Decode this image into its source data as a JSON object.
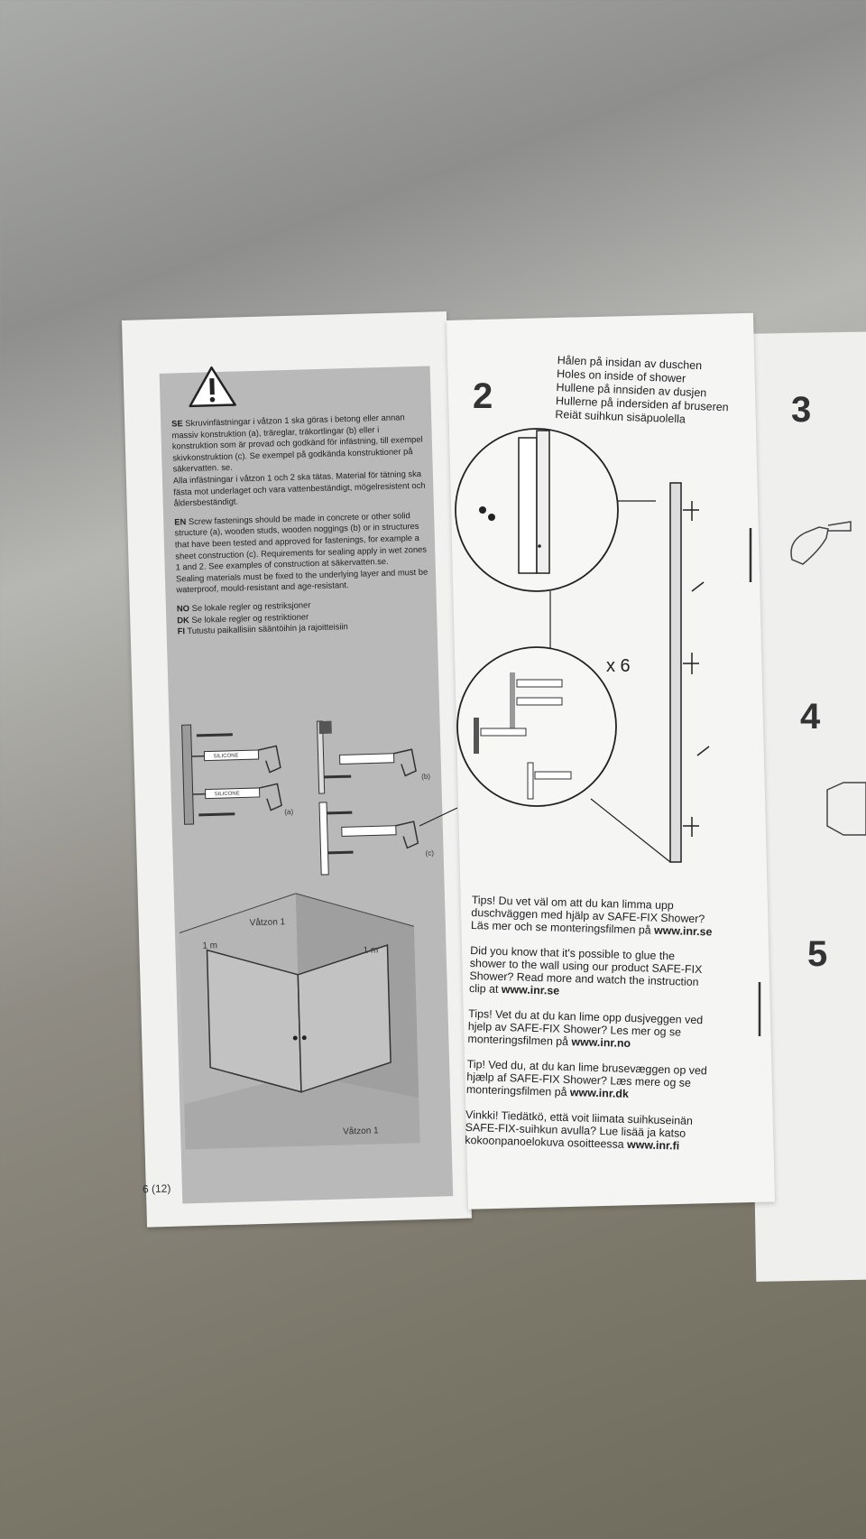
{
  "left_page": {
    "page_number": "6 (12)",
    "se_code": "SE",
    "se_text": "Skruvinfästningar i våtzon 1 ska göras i betong eller annan massiv konstruktion (a), träreglar, träkortlingar (b) eller i konstruktion som är provad och godkänd för infästning, till exempel skivkonstruktion (c). Se exempel på godkända konstruktioner på säkervatten. se.",
    "se_text2": "Alla infästningar i våtzon 1 och 2 ska tätas. Material för tätning ska fästa mot underlaget och vara vattenbeständigt, mögelresistent och åldersbeständigt.",
    "en_code": "EN",
    "en_text": "Screw fastenings should be made in concrete or other solid structure (a), wooden studs, wooden noggings (b) or in structures that have been tested and approved for fastenings, for example a sheet construction (c). Requirements for sealing apply in wet zones 1 and 2. See examples of construction at säkervatten.se.",
    "en_text2": "Sealing materials must be fixed to the underlying layer and must be waterproof, mould-resistant and age-resistant.",
    "no_code": "NO",
    "no_text": "Se lokale regler og restriksjoner",
    "dk_code": "DK",
    "dk_text": "Se lokale regler og restriktioner",
    "fi_code": "FI",
    "fi_text": "Tutustu paikallisiin sääntöihin ja rajoitteisiin",
    "silicone_label": "SILICONE",
    "label_a": "(a)",
    "label_b": "(b)",
    "label_c": "(c)",
    "zone_top": "Våtzon 1",
    "zone_bottom": "Våtzon 1",
    "dim_left": "1 m",
    "dim_right": "1 m"
  },
  "right_page": {
    "step": "2",
    "holes": [
      "Hålen på insidan av duschen",
      "Holes on inside of shower",
      "Hullene på innsiden av dusjen",
      "Hullerne på indersiden af bruseren",
      "Reiät suihkun sisäpuolella"
    ],
    "times": "x 6",
    "tips": [
      {
        "text": "Tips! Du vet väl om att du kan limma upp duschväggen med hjälp av SAFE-FIX Shower? Läs mer och se monteringsfilmen på ",
        "link": "www.inr.se"
      },
      {
        "text": "Did you know that it's possible to glue the shower to the wall using our product SAFE-FIX Shower? Read more and watch the instruction clip at ",
        "link": "www.inr.se"
      },
      {
        "text": "Tips! Vet du at du kan lime opp dusjveggen ved hjelp av SAFE-FIX Shower? Les mer og se monteringsfilmen på ",
        "link": "www.inr.no"
      },
      {
        "text": "Tip! Ved du, at du kan lime brusevæggen op ved hjælp af SAFE-FIX Shower? Læs mere og se monteringsfilmen på ",
        "link": "www.inr.dk"
      },
      {
        "text": "Vinkki! Tiedätkö, että voit liimata suihkuseinän SAFE-FIX-suihkun avulla? Lue lisää ja katso kokoonpanoelokuva osoitteessa ",
        "link": "www.inr.fi"
      }
    ]
  },
  "next_page": {
    "step3": "3",
    "step4": "4",
    "step5": "5"
  }
}
